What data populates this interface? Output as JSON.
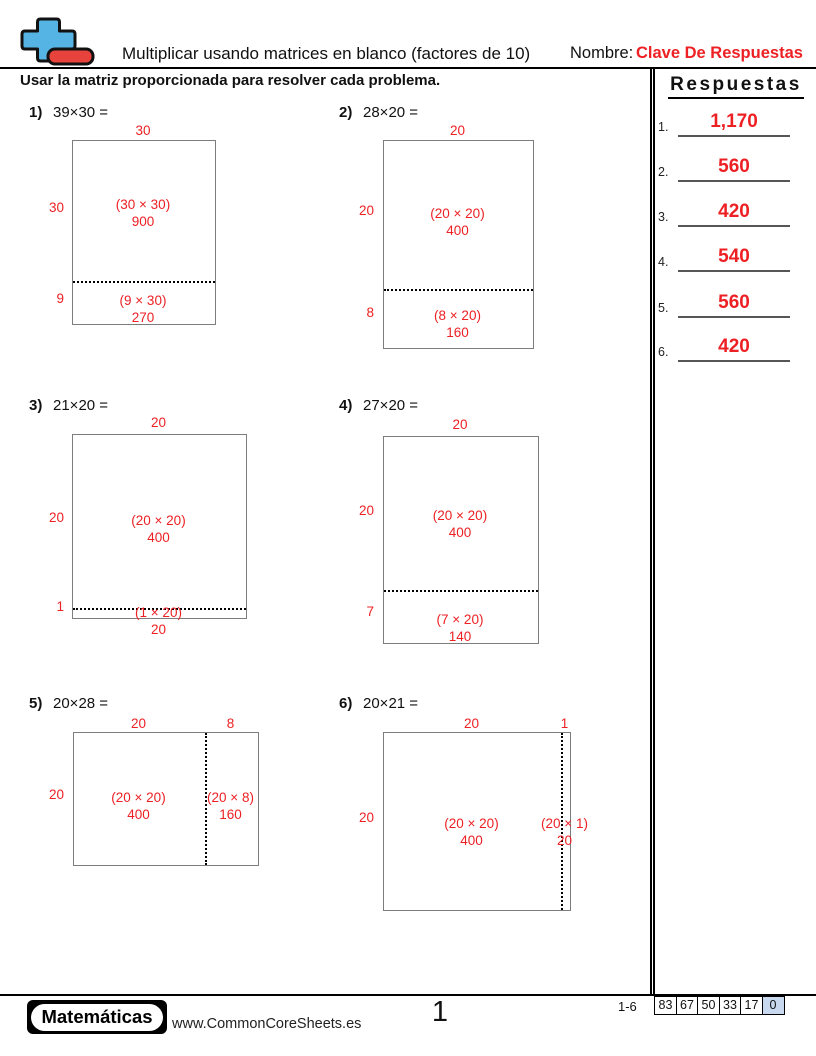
{
  "page": {
    "title": "Multiplicar usando matrices en blanco (factores de 10)",
    "name_label": "Nombre:",
    "name_value": "Clave De Respuestas",
    "instruction": "Usar la matriz proporcionada para resolver cada problema.",
    "page_number": "1"
  },
  "answers": {
    "title": "Respuestas",
    "items": [
      {
        "num": "1.",
        "value": "1,170"
      },
      {
        "num": "2.",
        "value": "560"
      },
      {
        "num": "3.",
        "value": "420"
      },
      {
        "num": "4.",
        "value": "540"
      },
      {
        "num": "5.",
        "value": "560"
      },
      {
        "num": "6.",
        "value": "420"
      }
    ]
  },
  "problems": [
    {
      "number": "1)",
      "expression": "39×30 =",
      "top_labels": [
        "30"
      ],
      "side_labels": [
        "30",
        "9"
      ],
      "cells": [
        {
          "formula": "(30 × 30)",
          "product": "900"
        },
        {
          "formula": "(9 × 30)",
          "product": "270"
        }
      ]
    },
    {
      "number": "2)",
      "expression": "28×20 =",
      "top_labels": [
        "20"
      ],
      "side_labels": [
        "20",
        "8"
      ],
      "cells": [
        {
          "formula": "(20 × 20)",
          "product": "400"
        },
        {
          "formula": "(8 × 20)",
          "product": "160"
        }
      ]
    },
    {
      "number": "3)",
      "expression": "21×20 =",
      "top_labels": [
        "20"
      ],
      "side_labels": [
        "20",
        "1"
      ],
      "cells": [
        {
          "formula": "(20 × 20)",
          "product": "400"
        },
        {
          "formula": "(1 × 20)",
          "product": "20"
        }
      ]
    },
    {
      "number": "4)",
      "expression": "27×20 =",
      "top_labels": [
        "20"
      ],
      "side_labels": [
        "20",
        "7"
      ],
      "cells": [
        {
          "formula": "(20 × 20)",
          "product": "400"
        },
        {
          "formula": "(7 × 20)",
          "product": "140"
        }
      ]
    },
    {
      "number": "5)",
      "expression": "20×28 =",
      "top_labels": [
        "20",
        "8"
      ],
      "side_labels": [
        "20"
      ],
      "cells": [
        {
          "formula": "(20 × 20)",
          "product": "400"
        },
        {
          "formula": "(20 × 8)",
          "product": "160"
        }
      ]
    },
    {
      "number": "6)",
      "expression": "20×21 =",
      "top_labels": [
        "20",
        "1"
      ],
      "side_labels": [
        "20"
      ],
      "cells": [
        {
          "formula": "(20 × 20)",
          "product": "400"
        },
        {
          "formula": "(20 × 1)",
          "product": "20"
        }
      ]
    }
  ],
  "footer": {
    "brand": "Matemáticas",
    "website": "www.CommonCoreSheets.es",
    "range_label": "1-6",
    "scores": [
      "83",
      "67",
      "50",
      "33",
      "17",
      "0"
    ]
  },
  "icons": {
    "logo": "plus-minus-icon"
  },
  "colors": {
    "accent_red": "#ed2024",
    "logo_blue": "#56b4e4",
    "logo_red": "#e8423c",
    "score_highlight": "#c7d8ef",
    "box_border": "#7d7d7d"
  }
}
